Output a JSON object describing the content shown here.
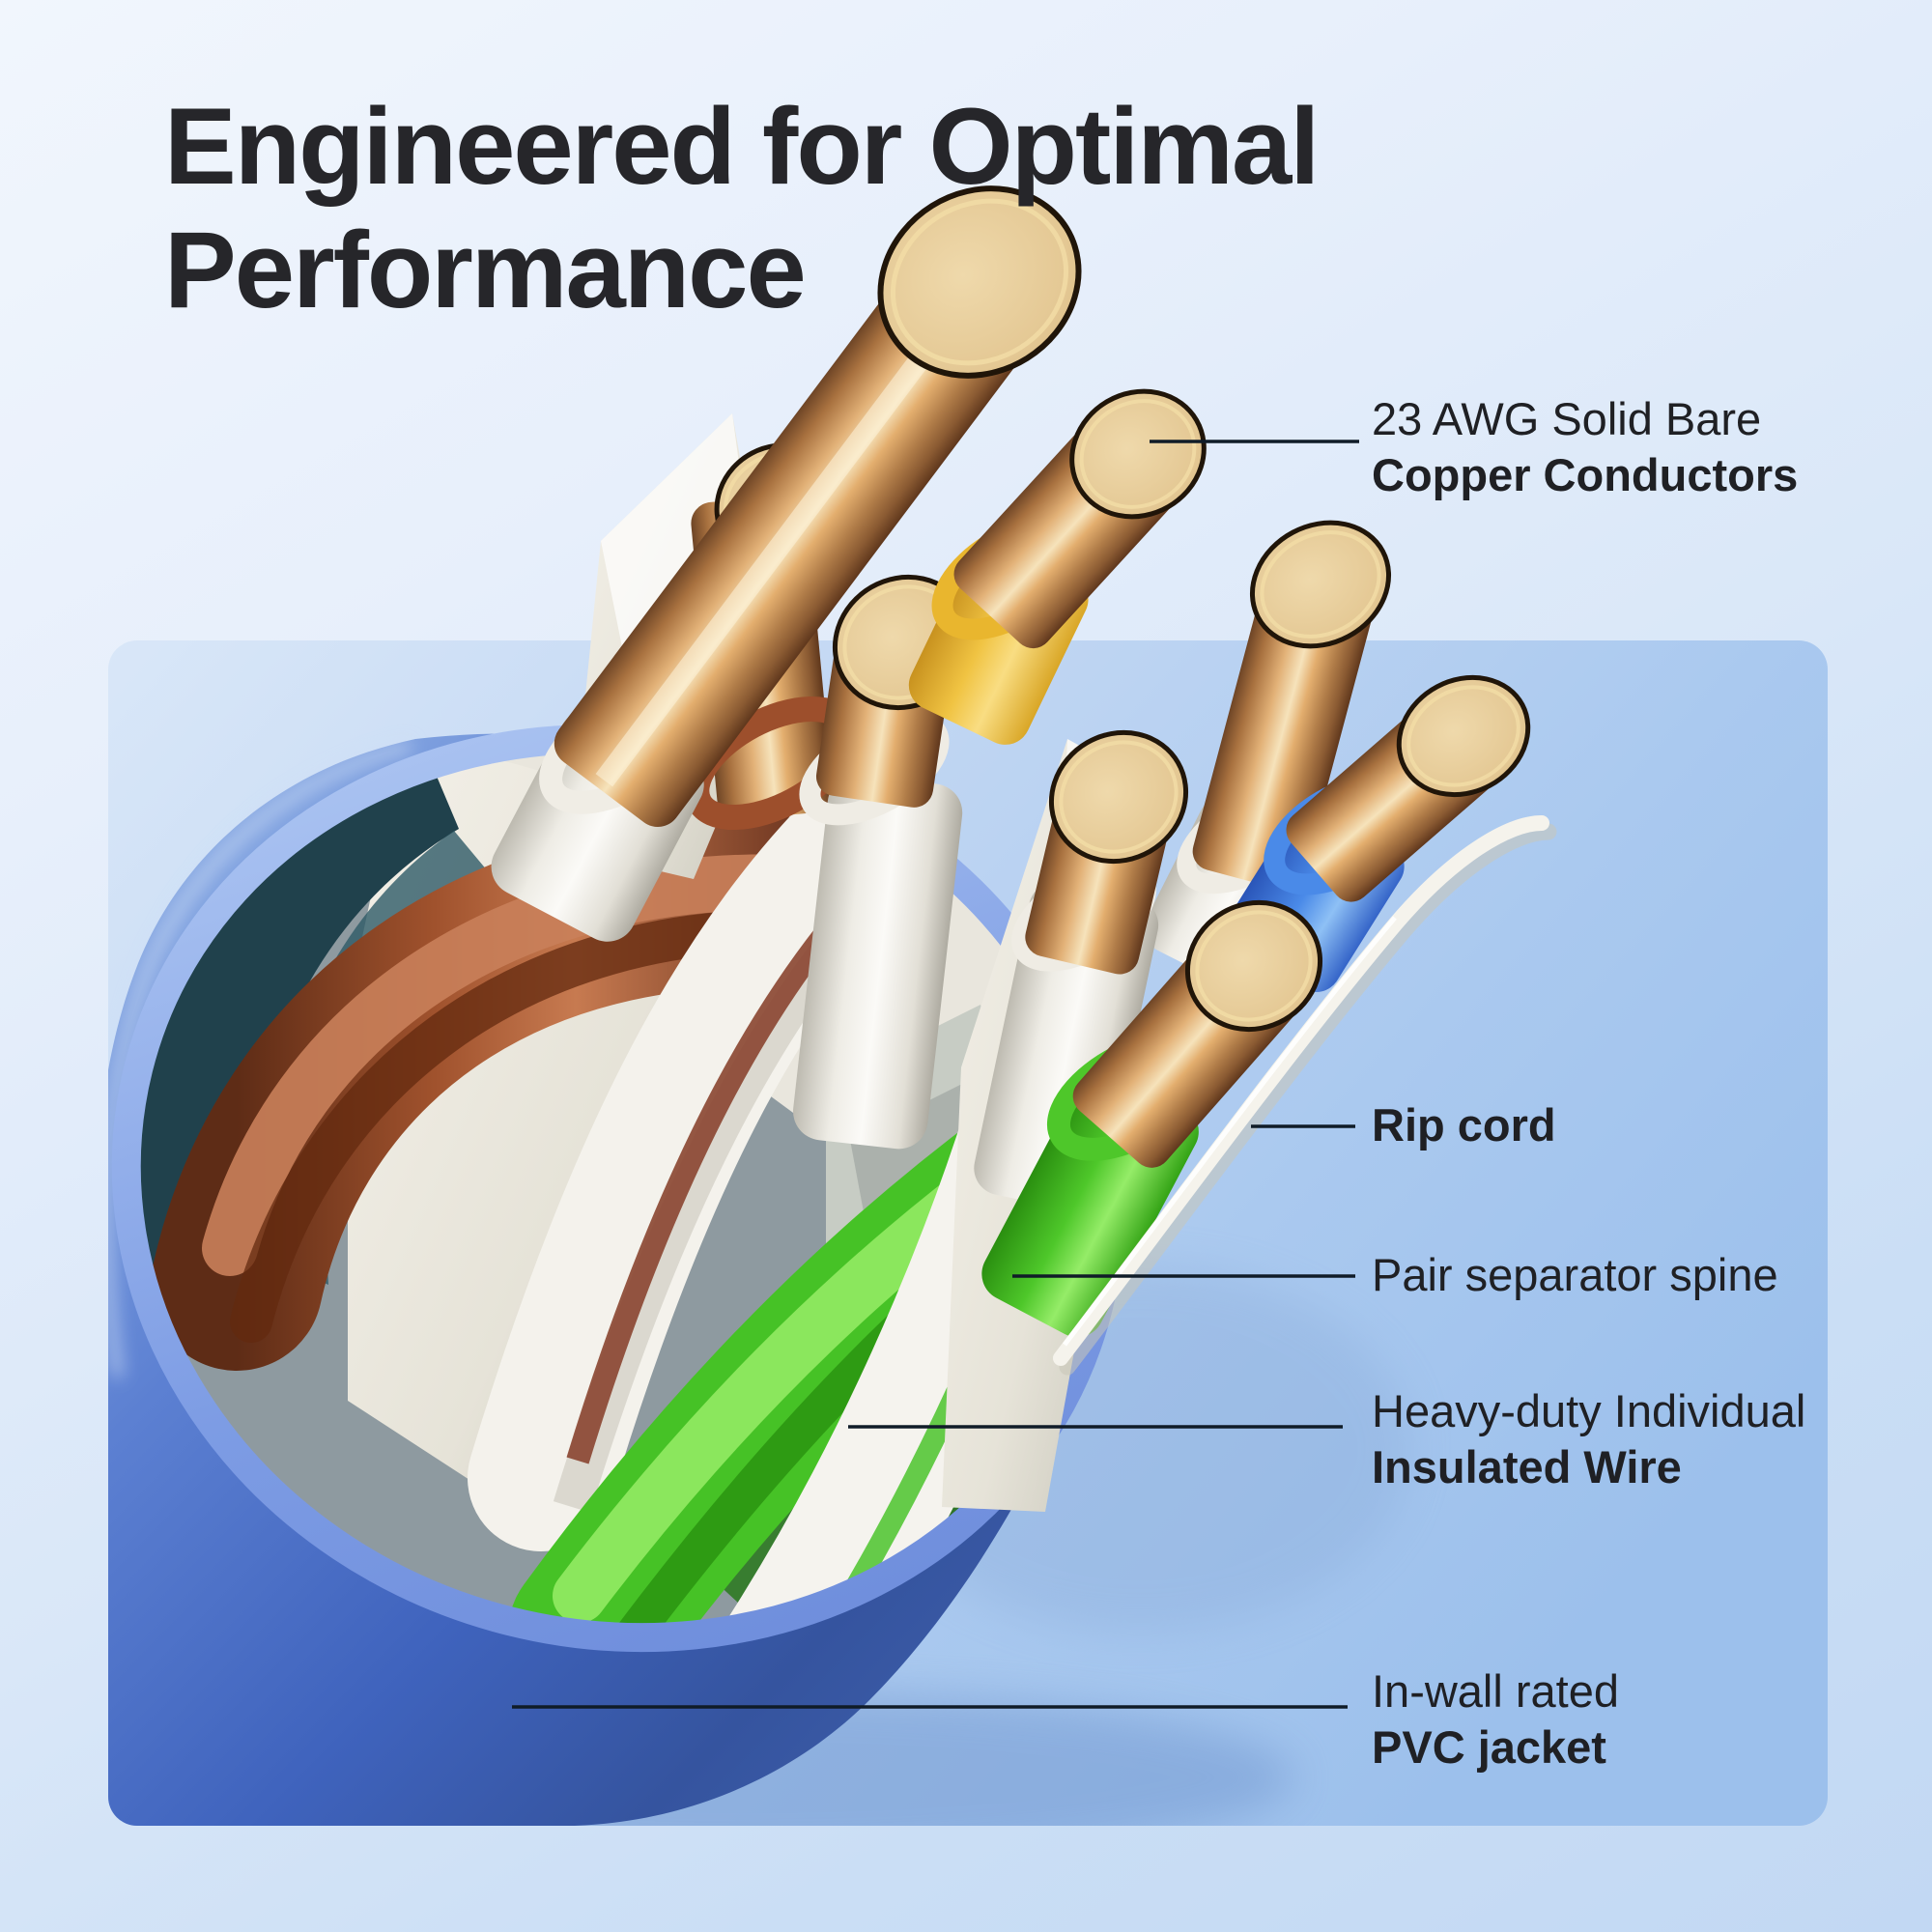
{
  "title": {
    "line1": "Engineered for Optimal",
    "line2": "Performance"
  },
  "callouts": [
    {
      "id": "copper-conductors",
      "line1": "23 AWG Solid Bare",
      "line2": "Copper Conductors"
    },
    {
      "id": "rip-cord",
      "line1": "Rip cord",
      "line2": ""
    },
    {
      "id": "pair-separator",
      "line1": "Pair separator spine",
      "line2": ""
    },
    {
      "id": "insulated-wire",
      "line1": "Heavy-duty Individual",
      "line2": "Insulated Wire"
    },
    {
      "id": "pvc-jacket",
      "line1": "In-wall rated",
      "line2": "PVC jacket"
    }
  ],
  "colors": {
    "background_light": "#f1f6fd",
    "background_blue": "#c2d8f3",
    "panel_blue": "#a6c7ee",
    "jacket_blue": "#3f68c5",
    "copper": "#d89a5e",
    "copper_tip_face": "#e7cd9e",
    "pair_brown": "#9d4f2c",
    "pair_orange_yellow": "#f0c342",
    "pair_blue": "#4a8ae8",
    "pair_green": "#4ec72a",
    "insulation_white": "#f4f2ec",
    "leader_line": "#101c28",
    "text_dark": "#26262a"
  }
}
